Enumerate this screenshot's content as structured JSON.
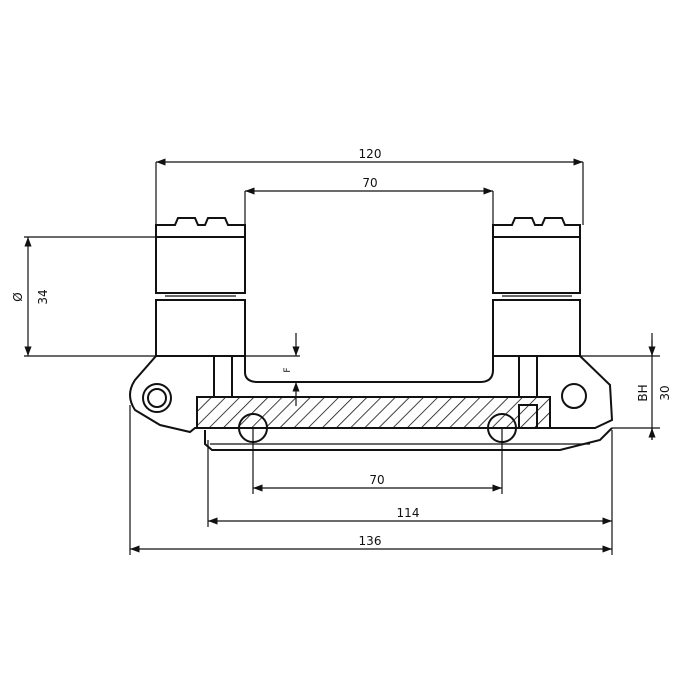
{
  "dimensions": {
    "top_overall": "120",
    "top_inner": "70",
    "diameter_symbol": "Ø",
    "diameter": "34",
    "f_label": "F",
    "bh_label": "BH",
    "bh_value": "30",
    "bottom_pin_spacing": "70",
    "bottom_rail": "114",
    "bottom_overall": "136"
  },
  "colors": {
    "line": "#111111",
    "background": "#ffffff"
  }
}
